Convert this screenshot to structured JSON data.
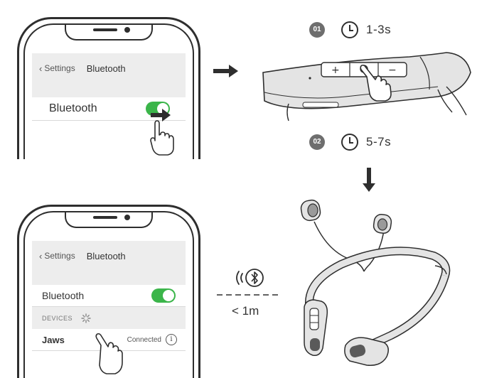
{
  "phone_top": {
    "nav_back": "Settings",
    "nav_title": "Bluetooth",
    "bluetooth_label": "Bluetooth"
  },
  "phone_bottom": {
    "nav_back": "Settings",
    "nav_title": "Bluetooth",
    "bluetooth_label": "Bluetooth",
    "devices_header": "DEVICES",
    "device_name": "Jaws",
    "device_status": "Connected"
  },
  "steps": [
    {
      "badge": "01",
      "time": "1-3s"
    },
    {
      "badge": "02",
      "time": "5-7s"
    }
  ],
  "range": {
    "label": "< 1m"
  },
  "colors": {
    "toggle_on": "#3bb54a",
    "line": "#2e2e2e",
    "badge": "#6e6e6e",
    "device_fill": "#e4e4e4"
  },
  "icons": [
    "chevron-left-icon",
    "pointing-hand-icon",
    "arrow-right-icon",
    "arrow-down-icon",
    "clock-icon",
    "bluetooth-icon",
    "signal-waves-icon",
    "spinner-icon",
    "info-icon"
  ]
}
